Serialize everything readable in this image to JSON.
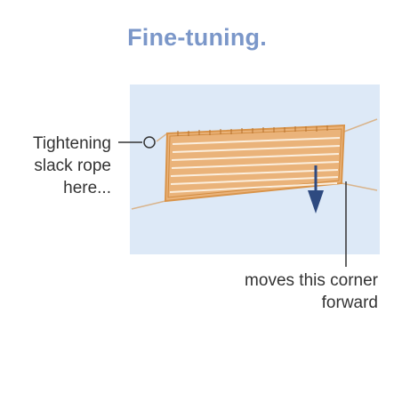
{
  "title": "Fine-tuning.",
  "callout_left": [
    "Tightening",
    "slack rope",
    "here..."
  ],
  "callout_bottom": [
    "moves this corner",
    "forward"
  ],
  "colors": {
    "title": "#7b97c9",
    "panel": "#dde9f7",
    "raft_fill": "#eab37a",
    "raft_stroke": "#d9944a",
    "plank_lines": "#fbeedd",
    "rope": "#c9a27a",
    "arrow": "#2e4a80",
    "leader": "#333333"
  },
  "icons": [
    "ring-icon",
    "arrow-down-icon"
  ]
}
